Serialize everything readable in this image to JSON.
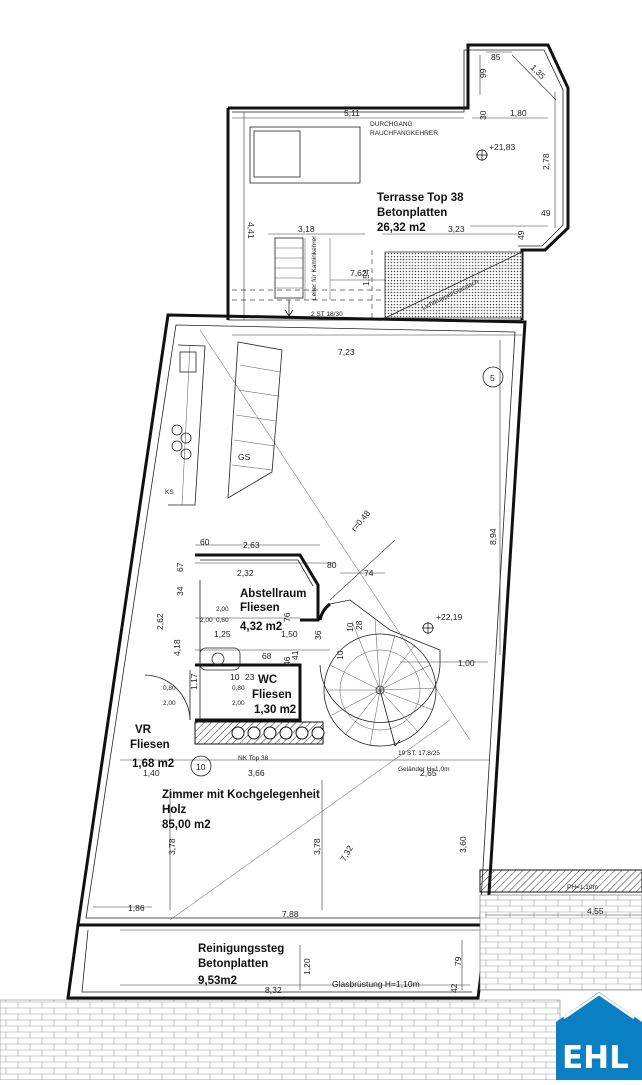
{
  "rooms": {
    "terrace": {
      "line1": "Terrasse Top 38",
      "line2": "Betonplatten",
      "area": "26,32 m2"
    },
    "storage": {
      "line1": "Abstellraum",
      "line2": "Fliesen",
      "area": "4,32 m2"
    },
    "wc": {
      "line1": "WC",
      "line2": "Fliesen",
      "area": "1,30 m2"
    },
    "vr": {
      "line1": "VR",
      "line2": "Fliesen",
      "area": "1,68 m2"
    },
    "main": {
      "line1": "Zimmer mit Kochgelegenheit",
      "line2": "Holz",
      "area": "85,00 m2"
    },
    "catwalk": {
      "line1": "Reinigungssteg",
      "line2": "Betonplatten",
      "area": "9,53m2"
    }
  },
  "annotations": {
    "durchgang": "DURCHGANG",
    "rauchfangkehrer": "RAUCHFANGKEHRER",
    "kaminkehrer_ladder": "Leiter für Kaminkehrer",
    "glass_roof": "Lichtkuppel/Glasdach",
    "stairs_top": "2 ST 18/30",
    "stairs_main": "19 ST. 17,8/25",
    "railing": "Geländer H=1,0m",
    "glass_parapet": "Glasbrüstung H=1,10m",
    "parapet_right": "PH=1,10m",
    "nk": "NK Top 38",
    "gs": "GS",
    "ks": "KS",
    "unit_number": "10",
    "section_mark": "5"
  },
  "elevations": {
    "terrace": "+21,83",
    "floor": "+22,19"
  },
  "dimensions": {
    "d85": "85",
    "d99": "99",
    "d135": "1,35",
    "d511": "5,11",
    "d30": "30",
    "d180": "1,80",
    "d278": "2,78",
    "d441": "4,41",
    "d318": "3,18",
    "d323": "3,23",
    "d49a": "49",
    "d49b": "49",
    "d762": "7,62",
    "d154": "1,54",
    "d723": "7,23",
    "d894": "8,94",
    "r048": "r=0,48",
    "d60": "60",
    "d263": "2,63",
    "d80": "80",
    "d74": "74",
    "d232": "2,32",
    "d67": "67",
    "d34": "34",
    "d200a": "2,00",
    "d060": "0,60",
    "d200b": "2,00",
    "d125": "1,25",
    "d150": "1,50",
    "d68": "68",
    "d46": "46",
    "d41": "41",
    "d36": "36",
    "d10a": "10",
    "d10b": "10",
    "d28": "28",
    "d76": "76",
    "d262": "2,62",
    "d418": "4,18",
    "d117": "1,17",
    "d10c": "10",
    "d23": "23",
    "d080a": "0,80",
    "d080b": "0,80",
    "d200c": "2,00",
    "d200d": "2,00",
    "d100": "1,00",
    "d140": "1,40",
    "d366": "3,66",
    "d265": "2,65",
    "d378a": "3,78",
    "d378b": "3,78",
    "d360": "3,60",
    "d732": "7,32",
    "d186": "1,86",
    "d788": "7,88",
    "d455": "4,55",
    "d120": "1,20",
    "d79": "79",
    "d832": "8,32",
    "d42": "42"
  },
  "logo": {
    "text": "EHL",
    "color": "#0b7fc4"
  }
}
